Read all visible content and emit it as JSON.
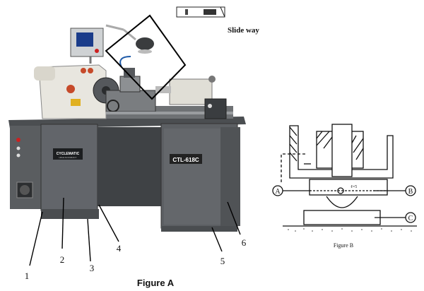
{
  "figure_a": {
    "caption": "Figure A",
    "brand_badge": "CYCLEMATIC",
    "brand_subtext": "HIGH ACCURACY",
    "model_badge": "CTL-618C",
    "callouts": [
      "1",
      "2",
      "3",
      "4",
      "5",
      "6"
    ]
  },
  "inset": {
    "label": "Slide way"
  },
  "figure_b": {
    "caption": "Figure B",
    "callouts": [
      "A",
      "B",
      "C"
    ],
    "dimension_note": "ℓ=5"
  },
  "colors": {
    "cabinet": "#5a5d60",
    "cabinet_dark": "#3f4245",
    "headstock": "#e8e6df",
    "line": "#111111"
  }
}
